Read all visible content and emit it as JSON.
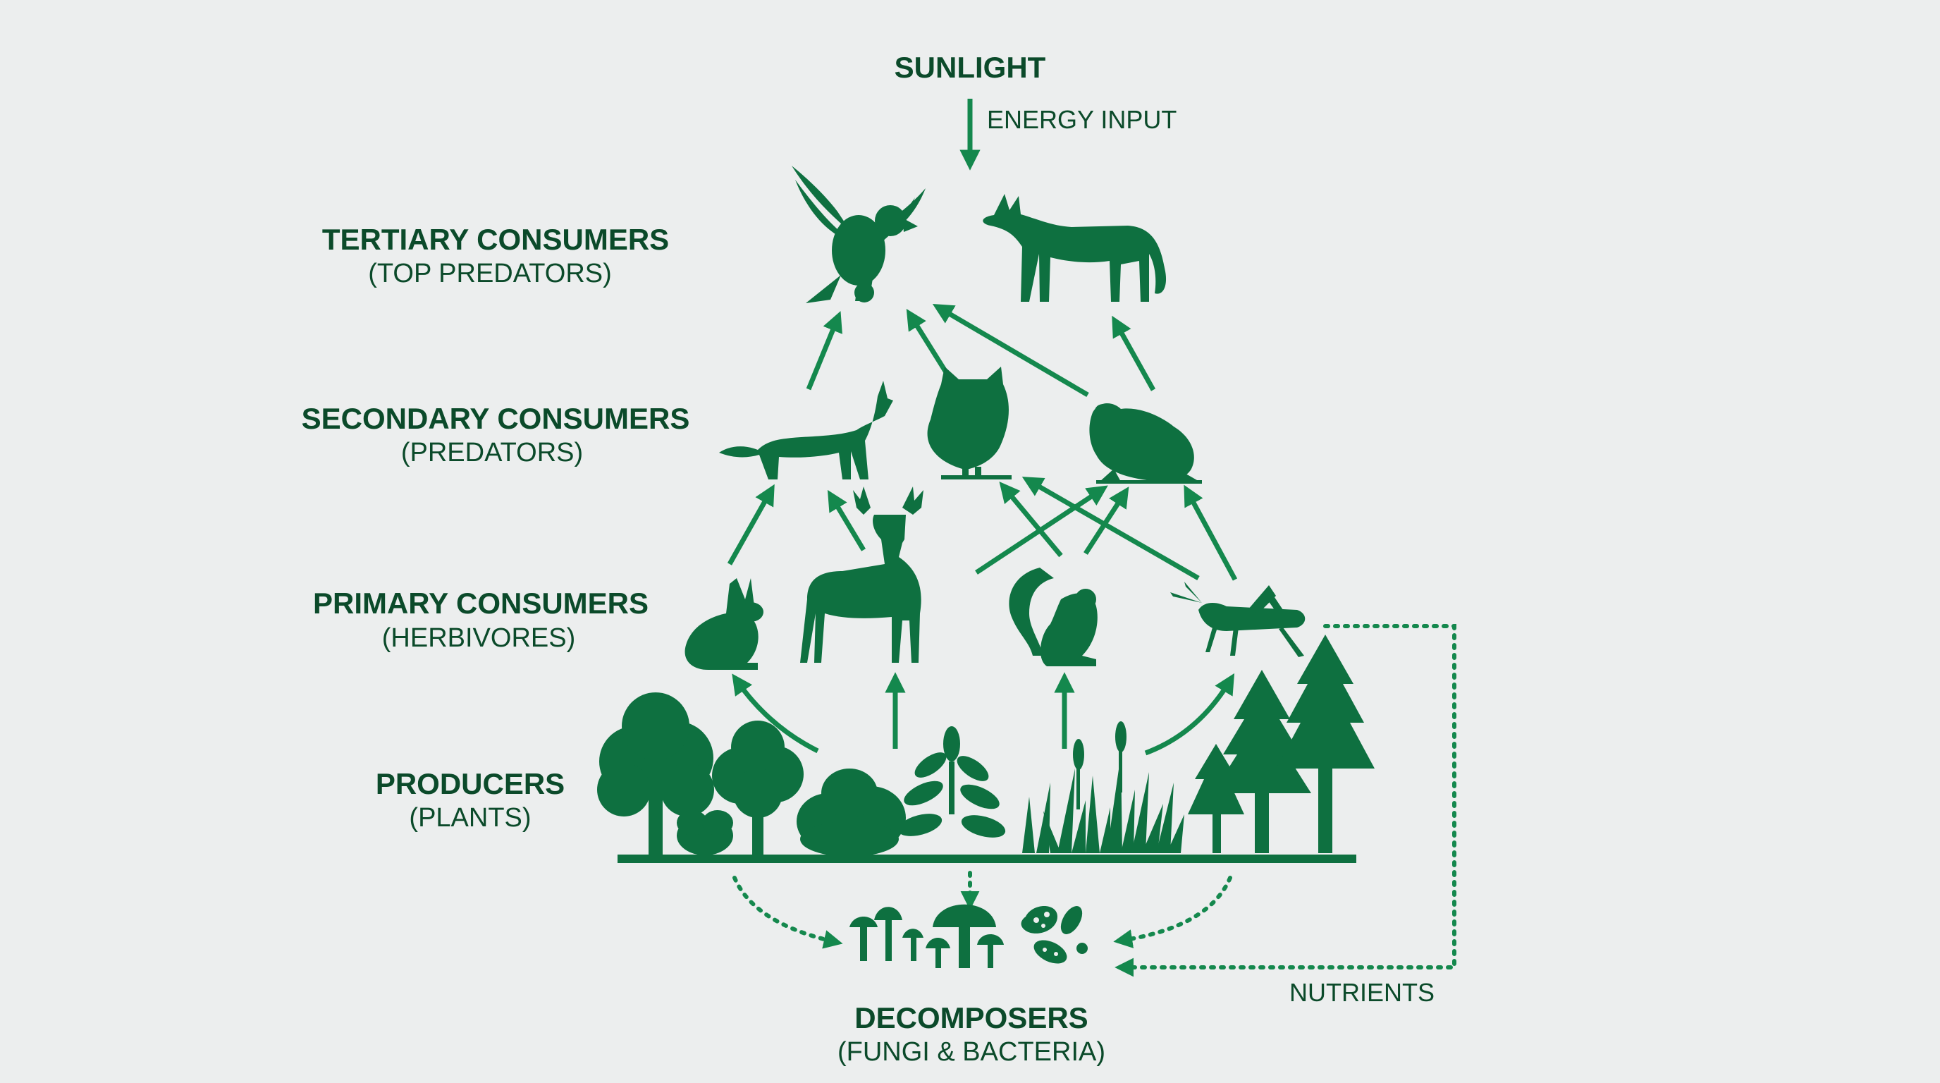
{
  "input": {
    "title": "SUNLIGHT",
    "subtitle": "ENERGY INPUT"
  },
  "levels": [
    {
      "title": "TERTIARY CONSUMERS",
      "subtitle": "(TOP PREDATORS)"
    },
    {
      "title": "SECONDARY CONSUMERS",
      "subtitle": "(PREDATORS)"
    },
    {
      "title": "PRIMARY CONSUMERS",
      "subtitle": "(HERBIVORES)"
    },
    {
      "title": "PRODUCERS",
      "subtitle": "(PLANTS)"
    }
  ],
  "decomposers": {
    "title": "DECOMPOSERS",
    "subtitle": "(FUNGI & BACTERIA)"
  },
  "nutrients": "NUTRIENTS",
  "organisms": {
    "tertiary": [
      "eagle-icon",
      "wolf-icon"
    ],
    "secondary": [
      "fox-icon",
      "owl-icon",
      "frog-icon"
    ],
    "primary": [
      "rabbit-icon",
      "deer-icon",
      "squirrel-icon",
      "grasshopper-icon"
    ],
    "producers": [
      "deciduous-tree-icon",
      "shrub-icon",
      "fern-icon",
      "grass-icon",
      "pine-tree-icon"
    ],
    "decomposers": [
      "mushroom-icon",
      "bacteria-icon"
    ]
  },
  "colors": {
    "icon": "#0e7040",
    "arrow": "#14884d",
    "text": "#0b4a2a",
    "background": "#eceeee"
  }
}
